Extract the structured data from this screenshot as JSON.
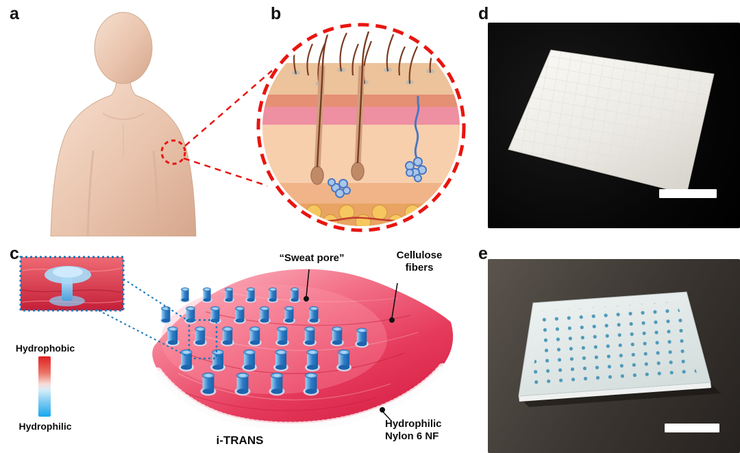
{
  "panels": {
    "a": {
      "label": "a"
    },
    "b": {
      "label": "b"
    },
    "c": {
      "label": "c"
    },
    "d": {
      "label": "d"
    },
    "e": {
      "label": "e"
    }
  },
  "annotations": {
    "sweat_pore": "“Sweat pore”",
    "cellulose_fibers": "Cellulose fibers",
    "hydrophobic": "Hydrophobic",
    "hydrophilic": "Hydrophilic",
    "itrans": "i-TRANS",
    "nylon": "Hydrophilic Nylon 6 NF"
  },
  "colors": {
    "highlight_circle_red": "#e8150f",
    "inset_outline_blue": "#1878b8",
    "hydrophobic_red": "#e02020",
    "hydrophilic_blue": "#18a8ee",
    "membrane_pink": "#e63b5c",
    "cylinder_blue": "#2e7cc8",
    "scale_bar_white": "#ffffff",
    "photo_d_background": "#050505",
    "photo_e_background": "#3a3530"
  }
}
